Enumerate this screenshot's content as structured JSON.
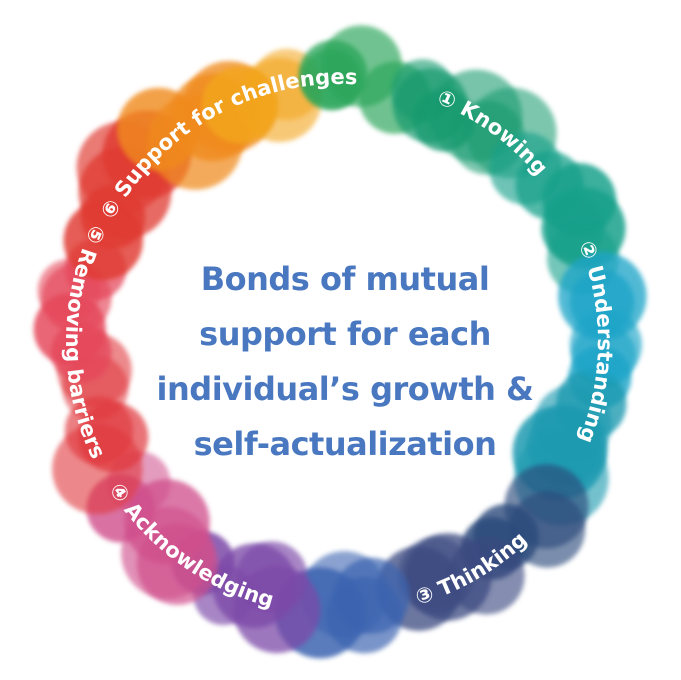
{
  "center_text": {
    "lines": [
      "Bonds of mutual",
      "support for each",
      "individual’s growth &",
      "self-actualization"
    ],
    "color": "#4a78c0"
  },
  "labels": [
    {
      "text": "① Knowing",
      "angle": -54,
      "dir": "cw"
    },
    {
      "text": "② Understanding",
      "angle": 0,
      "dir": "cw"
    },
    {
      "text": "③ Thinking",
      "angle": 60,
      "dir": "ccw"
    },
    {
      "text": "④ Acknowledging",
      "angle": 126,
      "dir": "ccw"
    },
    {
      "text": "⑤ Removing barriers",
      "angle": 180,
      "dir": "ccw"
    },
    {
      "text": "⑥ Support for challenges",
      "angle": -119,
      "dir": "cw"
    }
  ],
  "ring_colors": [
    {
      "angle": -90,
      "color": "#2aa65a"
    },
    {
      "angle": -60,
      "color": "#139a6e"
    },
    {
      "angle": -30,
      "color": "#12a08a"
    },
    {
      "angle": 0,
      "color": "#1aa4c8"
    },
    {
      "angle": 25,
      "color": "#1c9ab0"
    },
    {
      "angle": 45,
      "color": "#2a4a7a"
    },
    {
      "angle": 65,
      "color": "#3a4a80"
    },
    {
      "angle": 90,
      "color": "#3b63b0"
    },
    {
      "angle": 115,
      "color": "#7b4aa8"
    },
    {
      "angle": 135,
      "color": "#d0508c"
    },
    {
      "angle": 160,
      "color": "#e0383c"
    },
    {
      "angle": 190,
      "color": "#e5475a"
    },
    {
      "angle": 215,
      "color": "#e03a30"
    },
    {
      "angle": 235,
      "color": "#f08a1a"
    },
    {
      "angle": 255,
      "color": "#f3a51c"
    }
  ]
}
